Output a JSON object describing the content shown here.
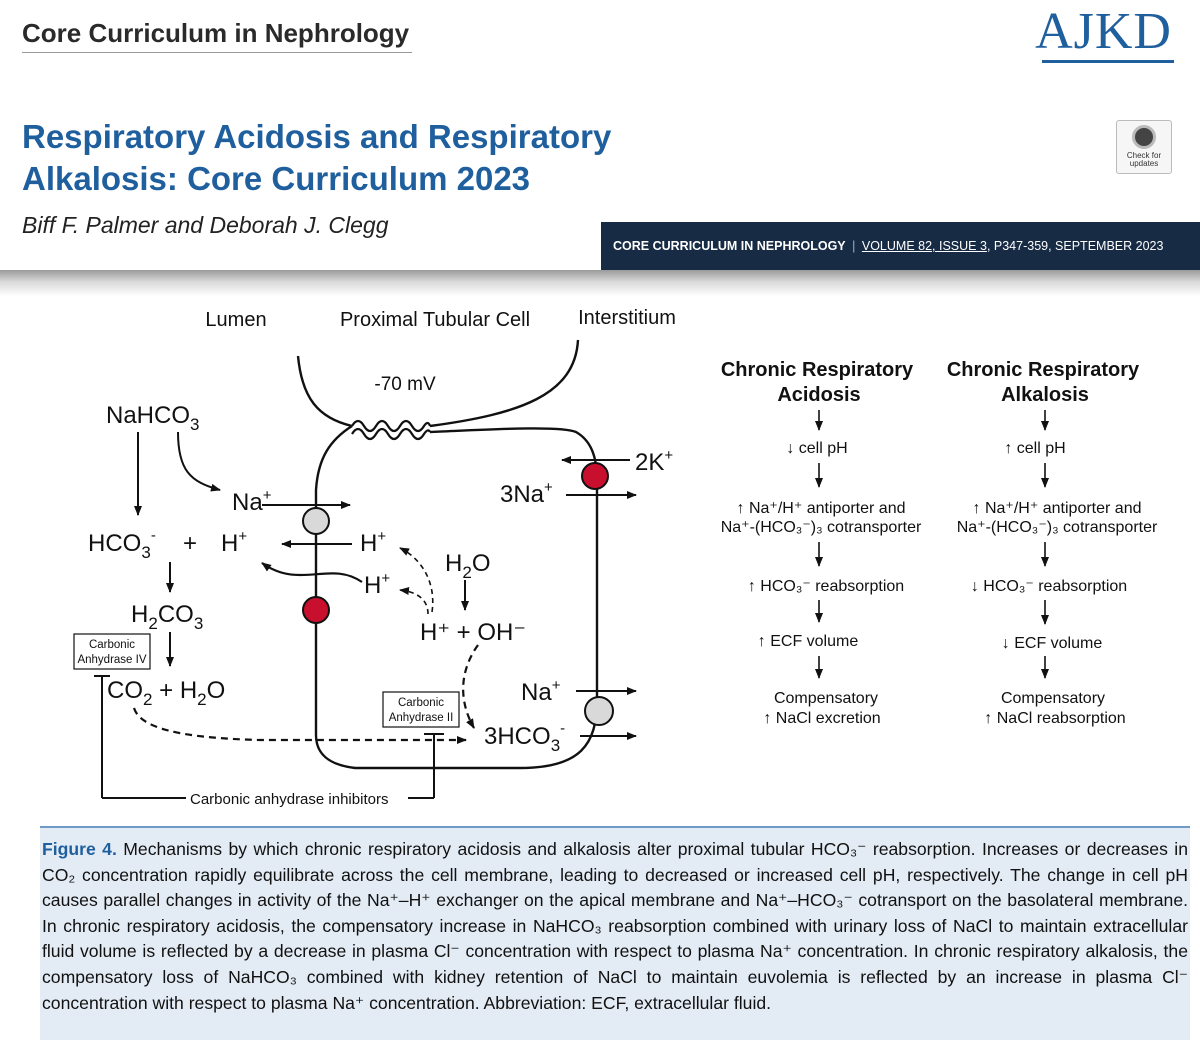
{
  "header": {
    "series": "Core Curriculum in Nephrology",
    "journal_logo": "AJKD",
    "title_line1": "Respiratory Acidosis and Respiratory",
    "title_line2": "Alkalosis: Core Curriculum 2023",
    "authors": "Biff F. Palmer and Deborah J. Clegg",
    "check_updates_line1": "Check for",
    "check_updates_line2": "updates",
    "citation_section": "CORE CURRICULUM IN NEPHROLOGY",
    "citation_separator": "|",
    "citation_volume": "VOLUME 82, ISSUE 3",
    "citation_rest": ", P347-359, SEPTEMBER 2023"
  },
  "figure": {
    "labels": {
      "lumen": "Lumen",
      "cell": "Proximal Tubular Cell",
      "interstitium": "Interstitium",
      "voltage": "-70 mV",
      "k2": "2K",
      "na3_top": "3Na",
      "na_upper": "Na",
      "h_upper": "H",
      "h_lower": "H",
      "na_lower": "Na",
      "carbonic_anhydrase_iv_1": "Carbonic",
      "carbonic_anhydrase_iv_2": "Anhydrase IV",
      "carbonic_anhydrase_ii_1": "Carbonic",
      "carbonic_anhydrase_ii_2": "Anhydrase II",
      "inhibitors": "Carbonic anhydrase inhibitors",
      "plus": "+",
      "h_plus_oh_minus": "H⁺ + OH⁻"
    },
    "acidosis": {
      "heading_1": "Chronic Respiratory",
      "heading_2": "Acidosis",
      "step1": "↓ cell pH",
      "step2a": "↑ Na⁺/H⁺ antiporter and",
      "step2b": "Na⁺-(HCO₃⁻)₃ cotransporter",
      "step3": "↑ HCO₃⁻ reabsorption",
      "step4": "↑ ECF volume",
      "step5a": "Compensatory",
      "step5b": "↑ NaCl excretion"
    },
    "alkalosis": {
      "heading_1": "Chronic Respiratory",
      "heading_2": "Alkalosis",
      "step1": "↑ cell pH",
      "step2a": "↑ Na⁺/H⁺ antiporter and",
      "step2b": "Na⁺-(HCO₃⁻)₃ cotransporter",
      "step3": "↓ HCO₃⁻ reabsorption",
      "step4": "↓ ECF volume",
      "step5a": "Compensatory",
      "step5b": "↑ NaCl reabsorption"
    }
  },
  "caption": {
    "label": "Figure 4.",
    "text": " Mechanisms by which chronic respiratory acidosis and alkalosis alter proximal tubular HCO₃⁻ reabsorption. Increases or decreases in CO₂ concentration rapidly equilibrate across the cell membrane, leading to decreased or increased cell pH, respectively. The change in cell pH causes parallel changes in activity of the Na⁺–H⁺ exchanger on the apical membrane and Na⁺–HCO₃⁻ cotransport on the basolateral membrane. In chronic respiratory acidosis, the compensatory increase in NaHCO₃ reabsorption combined with urinary loss of NaCl to maintain extracellular fluid volume is reflected by a decrease in plasma Cl⁻ concentration with respect to plasma Na⁺ concentration. In chronic respiratory alkalosis, the compensatory loss of NaHCO₃ combined with kidney retention of NaCl to maintain euvolemia is reflected by an increase in plasma Cl⁻ concentration with respect to plasma Na⁺ concentration. Abbreviation: ECF, extracellular fluid."
  },
  "colors": {
    "brand_blue": "#1f5f9e",
    "citation_bar": "#172b45",
    "caption_bg": "#e3ebf4",
    "transporter_red": "#c8102e",
    "transporter_gray": "#d9d9d9"
  }
}
